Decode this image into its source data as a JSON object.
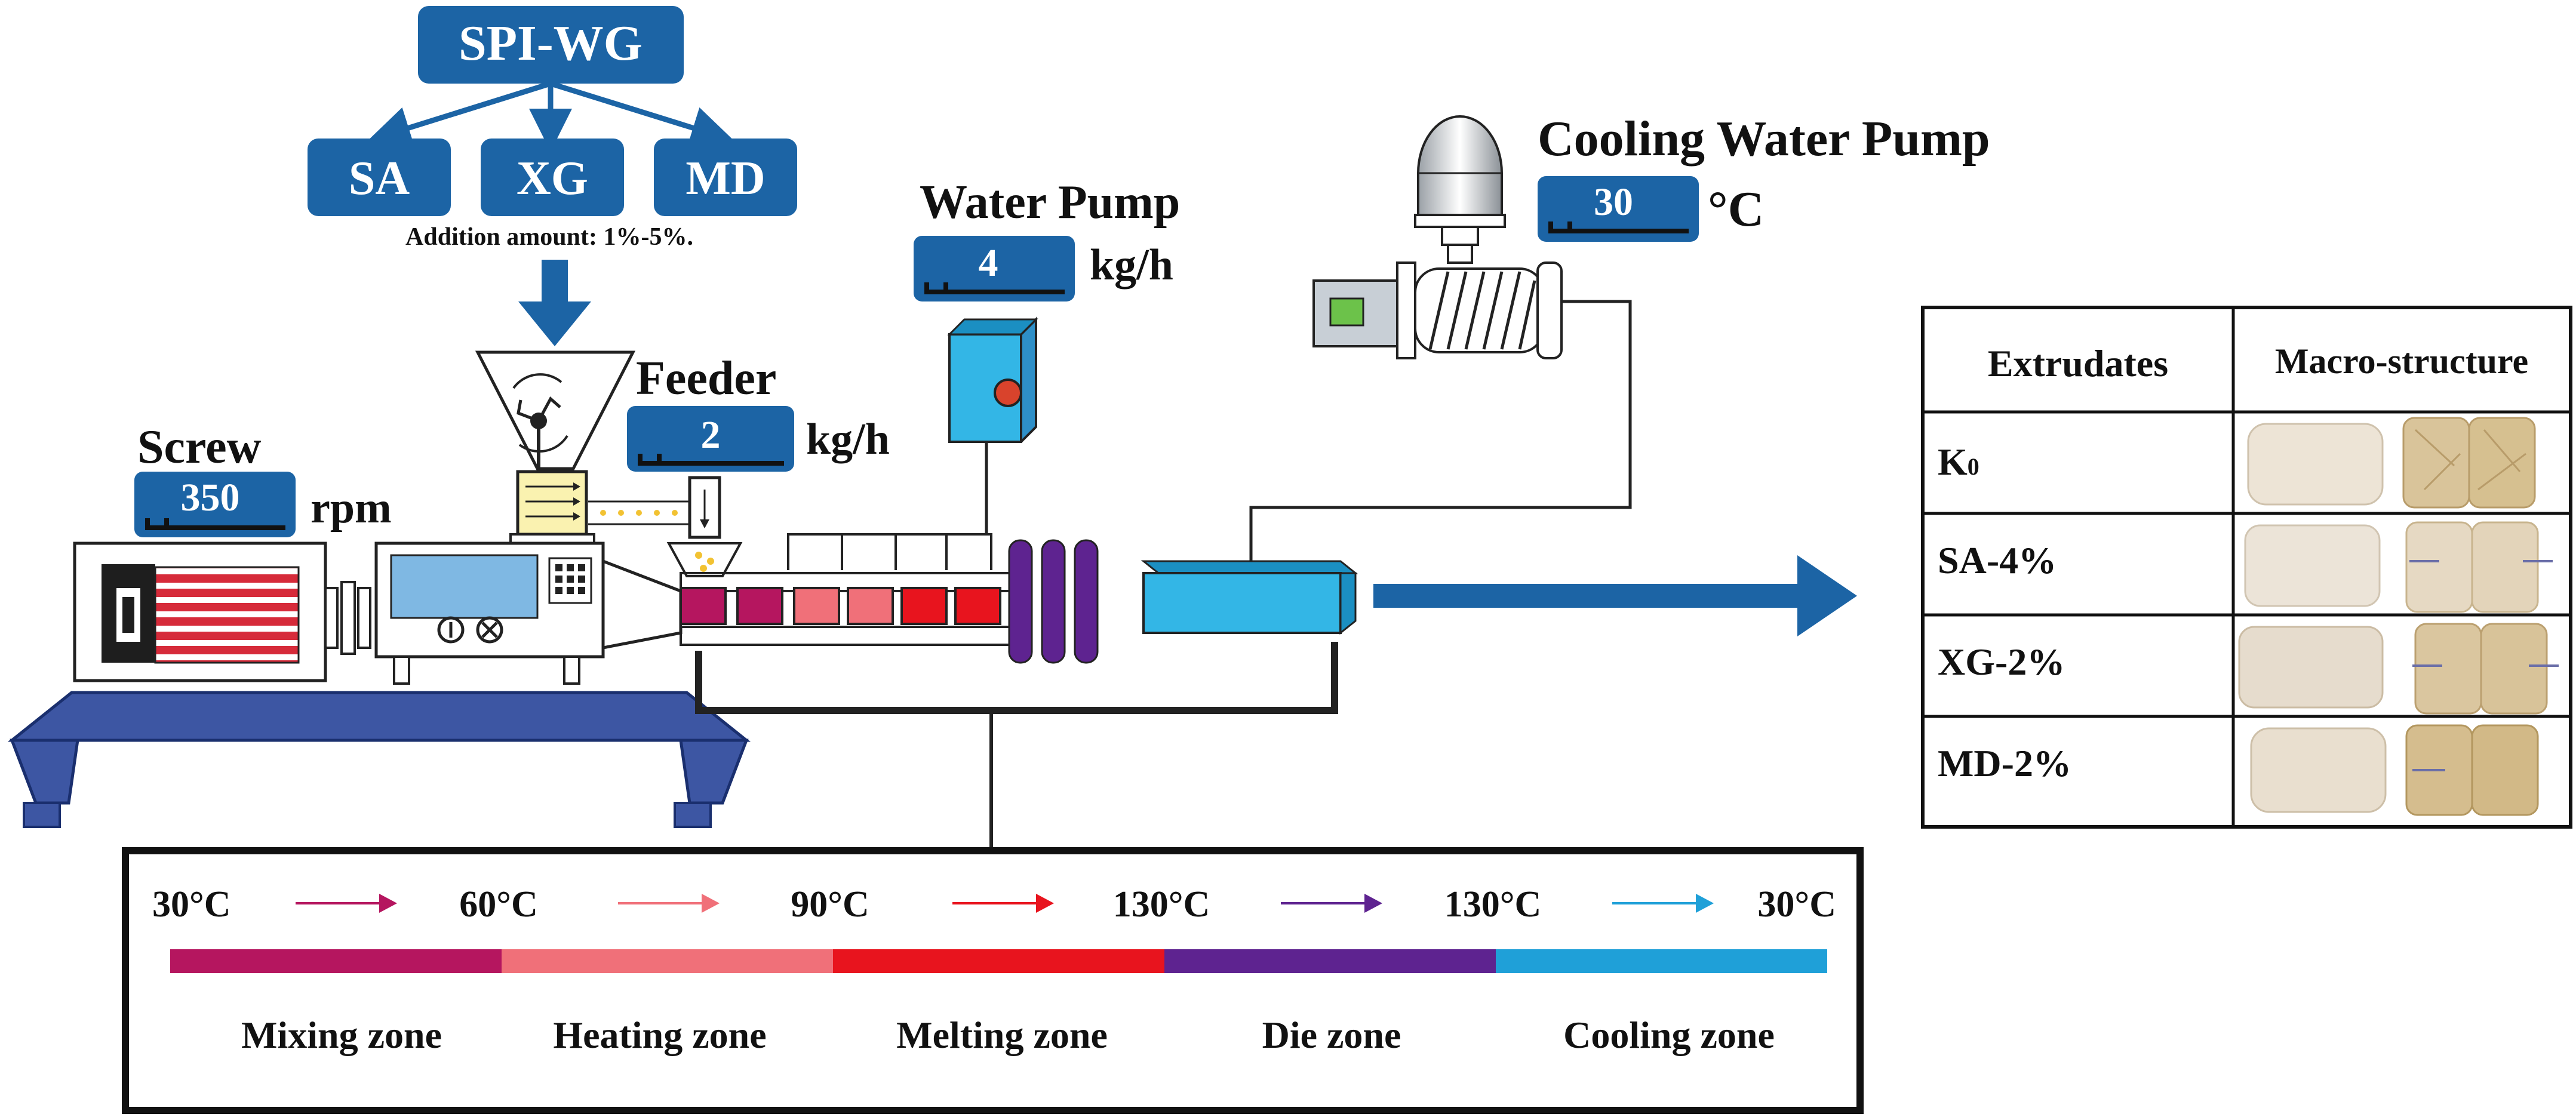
{
  "ingredients": {
    "base": "SPI-WG",
    "additives": [
      "SA",
      "XG",
      "MD"
    ],
    "addition_note": "Addition amount: 1%-5%."
  },
  "screw": {
    "label": "Screw",
    "value": "350",
    "unit": "rpm"
  },
  "feeder": {
    "label": "Feeder",
    "value": "2",
    "unit": "kg/h"
  },
  "water_pump": {
    "label": "Water Pump",
    "value": "4",
    "unit": "kg/h"
  },
  "cooling_pump": {
    "label": "Cooling Water Pump",
    "value": "30",
    "unit": "°C"
  },
  "temperature_profile": {
    "temps": [
      "30°C",
      "60°C",
      "90°C",
      "130°C",
      "130°C",
      "30°C"
    ],
    "arrow_colors": [
      "#b5165f",
      "#f07079",
      "#e8141e",
      "#5e2390",
      "#1fa0d8"
    ],
    "zones": [
      {
        "name": "Mixing zone",
        "color": "#b5165f"
      },
      {
        "name": "Heating zone",
        "color": "#f07079"
      },
      {
        "name": "Melting zone",
        "color": "#e8141e"
      },
      {
        "name": "Die zone",
        "color": "#5e2390"
      },
      {
        "name": "Cooling zone",
        "color": "#1fa0d8"
      }
    ]
  },
  "extrudates_table": {
    "headers": [
      "Extrudates",
      "Macro-structure"
    ],
    "rows": [
      {
        "sample": "K",
        "subscript": "0"
      },
      {
        "sample": "SA-4%",
        "subscript": ""
      },
      {
        "sample": "XG-2%",
        "subscript": ""
      },
      {
        "sample": "MD-2%",
        "subscript": ""
      }
    ]
  },
  "colors": {
    "label_box": "#1c64a5",
    "base_frame": "#3d56a3",
    "die_cooler": "#33b6e6",
    "die_rings": "#5e2390",
    "motor_stripes": "#d62b3a",
    "flow_arrow": "#1c64a5"
  }
}
